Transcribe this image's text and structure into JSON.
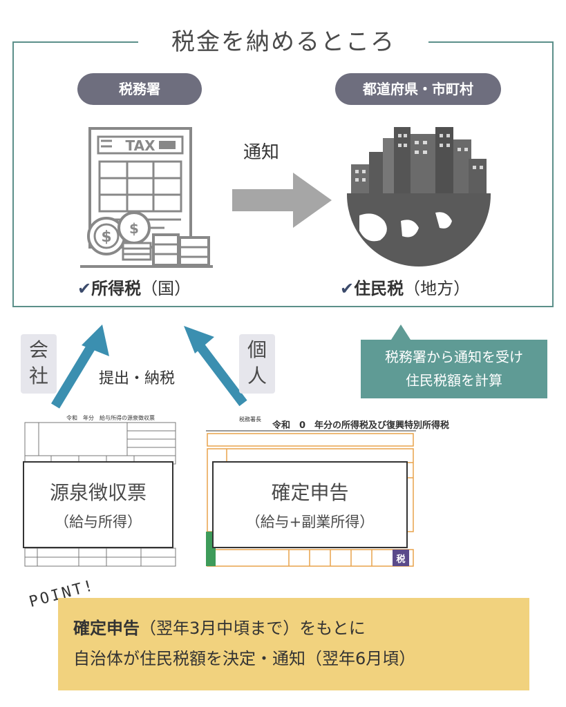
{
  "title": "税金を納めるところ",
  "left_authority": {
    "label": "税務署",
    "tax_label_strong": "所得税",
    "tax_label_rest": "（国）",
    "icon": "tax-document-coins-icon"
  },
  "right_authority": {
    "label": "都道府県・市町村",
    "tax_label_strong": "住民税",
    "tax_label_rest": "（地方）",
    "icon": "city-globe-icon"
  },
  "check_mark": "✔",
  "arrow_label": "通知",
  "tags": {
    "company": [
      "会",
      "社"
    ],
    "individual": [
      "個",
      "人"
    ]
  },
  "submit_label": "提出・納税",
  "note": {
    "line1": "税務署から通知を受け",
    "line2": "住民税額を計算"
  },
  "documents": [
    {
      "title": "源泉徴収票",
      "subtitle": "（給与所得）"
    },
    {
      "title": "確定申告",
      "subtitle": "（給与+副業所得）"
    }
  ],
  "form_snippets": {
    "left_header": "令和　年分　給与所得の源泉徴収票",
    "right_header": "令和　0　年分の所得税及び復興特別所得税",
    "right_prefix": "税務署長",
    "right_side": "税"
  },
  "point": {
    "tag": "POINT!",
    "line1_strong": "確定申告",
    "line1_rest": "（翌年3月中頃まで）をもとに",
    "line2": "自治体が住民税額を決定・通知（翌年6月頃）"
  },
  "colors": {
    "frame": "#5b8f89",
    "pill": "#6e6e7e",
    "arrow_blue": "#3b8fb0",
    "note_bg": "#5f9b95",
    "point_bg": "#f1d27e",
    "gray_arrow": "#a6a6a6"
  }
}
